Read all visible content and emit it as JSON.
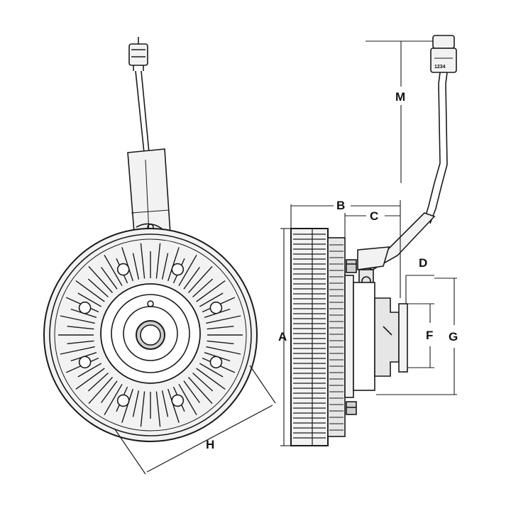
{
  "drawing": {
    "line_color": "#1a1a1a",
    "fill_color": "#f2f2f2",
    "shade_color": "#cfcfcf",
    "background": "#ffffff"
  },
  "labels": {
    "A": "A",
    "B": "B",
    "C": "C",
    "D": "D",
    "F": "F",
    "G": "G",
    "H": "H",
    "M": "M"
  },
  "connector": {
    "text": "1234"
  }
}
